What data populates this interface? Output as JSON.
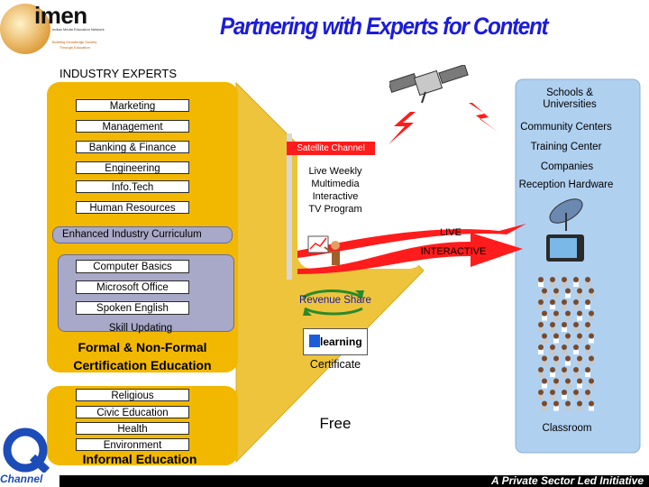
{
  "title": "Partnering with Experts for Content",
  "logo": {
    "text": "imen",
    "tagline_1": "Indian Media Education Network",
    "tagline_2": "Building Knowledge Society",
    "tagline_3": "Through Education"
  },
  "industry_experts": {
    "heading": "INDUSTRY EXPERTS",
    "items": [
      "Marketing",
      "Management",
      "Banking & Finance",
      "Engineering",
      "Info.Tech",
      "Human Resources"
    ],
    "curriculum": "Enhanced Industry Curriculum"
  },
  "skills": {
    "items": [
      "Computer Basics",
      "Microsoft Office",
      "Spoken English"
    ],
    "updating": "Skill Updating",
    "caption_line1": "Formal & Non-Formal",
    "caption_line2": "Certification Education"
  },
  "informal": {
    "items": [
      "Religious",
      "Civic Education",
      "Health",
      "Environment"
    ],
    "caption": "Informal Education"
  },
  "center": {
    "satellite_channel": "Satellite Channel",
    "program_lines": [
      "Live Weekly",
      "Multimedia",
      "Interactive",
      "TV Program"
    ],
    "live": "LIVE",
    "interactive": "INTERACTIVE",
    "revenue_share": "Revenue Share",
    "elearning": "learning",
    "certificate": "Certificate",
    "free": "Free"
  },
  "right_panel": {
    "schools": "Schools & Universities",
    "community": "Community Centers",
    "training": "Training Center",
    "companies": "Companies",
    "reception": "Reception Hardware",
    "classroom": "Classroom"
  },
  "footer": {
    "tagline": "A Private Sector Led Initiative",
    "channel_logo": "Channel"
  },
  "colors": {
    "title": "#1c1cd8",
    "gold": "#f2b800",
    "right_panel": "#b0d0f0",
    "pill": "#a8a8c8",
    "arrow": "#eec43c",
    "footer": "#000000"
  }
}
